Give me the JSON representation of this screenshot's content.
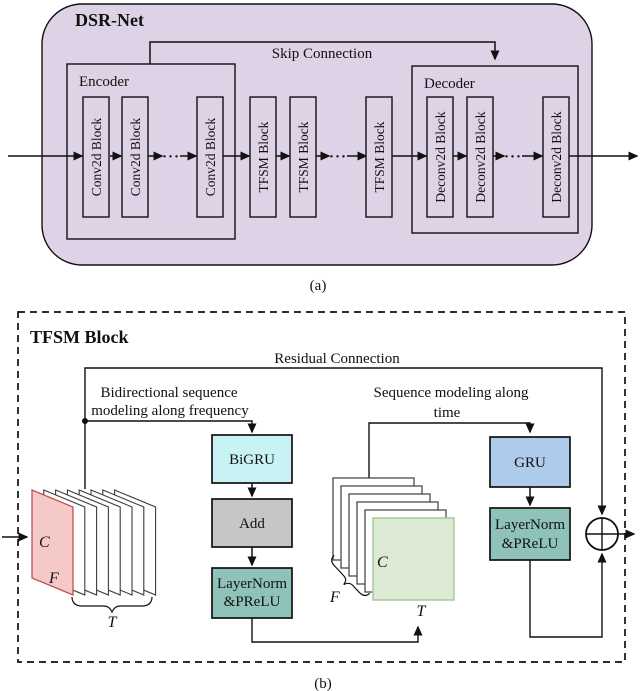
{
  "panel_a": {
    "title": "DSR-Net",
    "skip_label": "Skip Connection",
    "encoder_label": "Encoder",
    "decoder_label": "Decoder",
    "encoder_blocks": [
      "Conv2d Block",
      "Conv2d Block",
      "Conv2d Block"
    ],
    "middle_blocks": [
      "TFSM Block",
      "TFSM Block",
      "TFSM Block"
    ],
    "decoder_blocks": [
      "Deconv2d Block",
      "Deconv2d Block",
      "Deconv2d Block"
    ],
    "ellipsis": "···",
    "caption": "(a)"
  },
  "panel_b": {
    "title": "TFSM Block",
    "residual_label": "Residual Connection",
    "freq_label_line1": "Bidirectional sequence",
    "freq_label_line2": "modeling along frequency",
    "time_label_line1": "Sequence modeling along",
    "time_label_line2": "time",
    "blocks": {
      "bigru": "BiGRU",
      "add": "Add",
      "layernorm_line1": "LayerNorm",
      "layernorm_line2": "&PReLU",
      "gru": "GRU"
    },
    "tensor1": {
      "c": "C",
      "f": "F",
      "t": "T"
    },
    "tensor2": {
      "c": "C",
      "f": "F",
      "t": "T"
    },
    "caption": "(b)"
  },
  "colors": {
    "panel_a_bg": "#ddd2e6",
    "bigru": "#c9f2f4",
    "add": "#c6c6c6",
    "layernorm": "#8fc3ba",
    "gru": "#aecbec",
    "tensor1_front": "#f6c9c9",
    "tensor1_front_border": "#c0504d",
    "tensor2_front": "#dcead3",
    "tensor2_front_border": "#a9c89d"
  }
}
